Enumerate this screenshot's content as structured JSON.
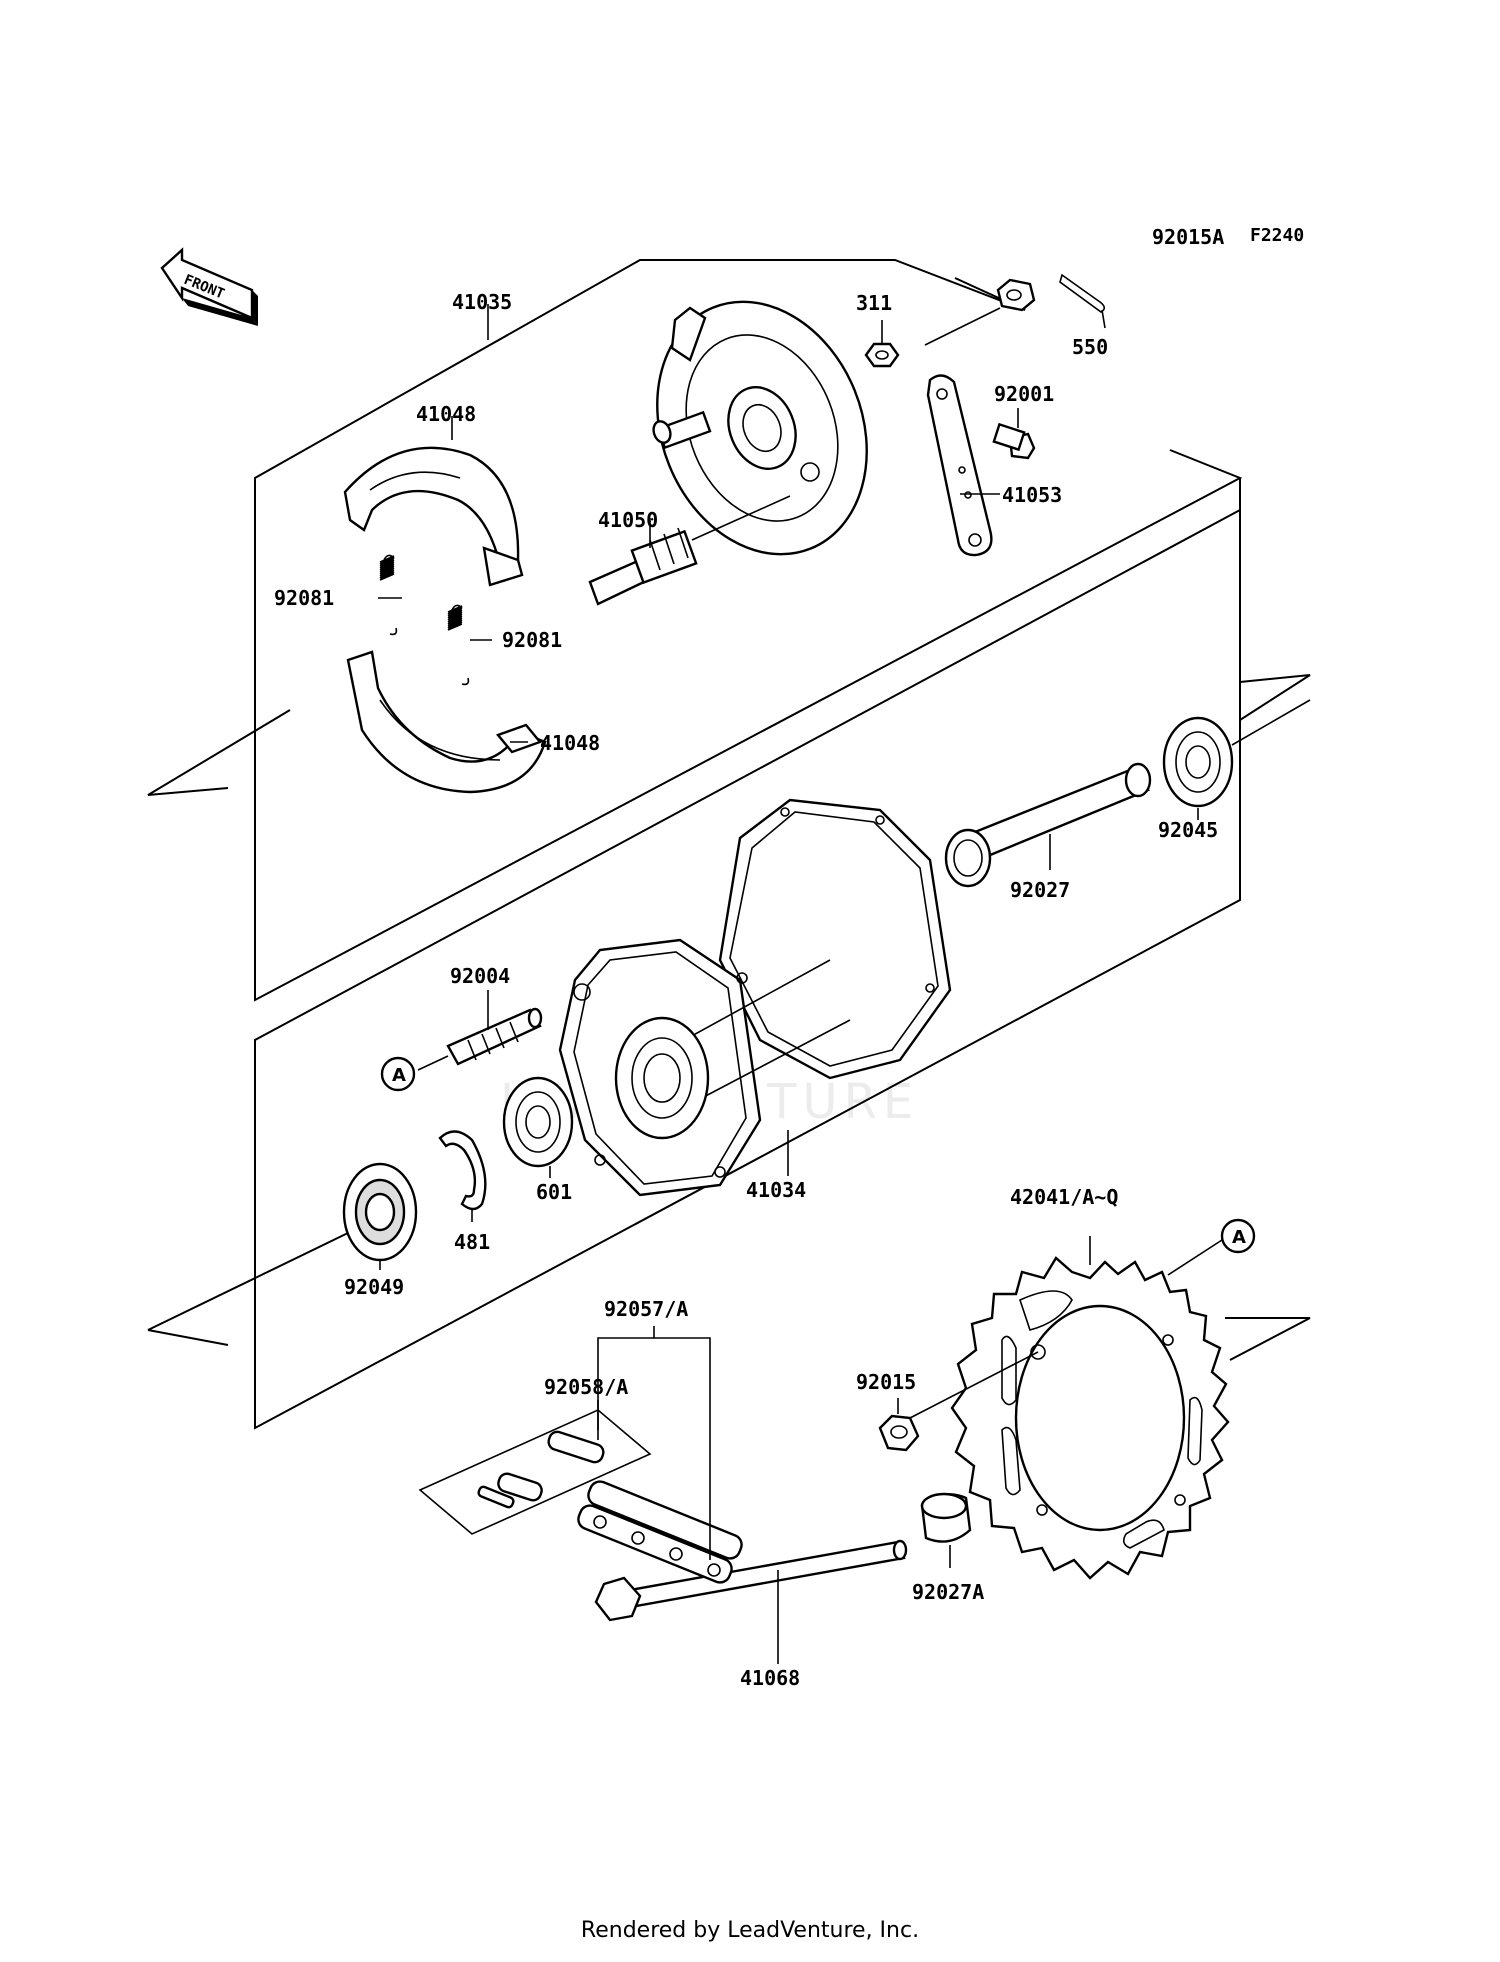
{
  "diagram_code": "F2240",
  "direction_label": "FRONT",
  "watermark": "LEADVENTURE",
  "footer": "Rendered by LeadVenture, Inc.",
  "ref_marker": "A",
  "parts": {
    "p92015A": "92015A",
    "p550": "550",
    "p311": "311",
    "p92001": "92001",
    "p41053": "41053",
    "p41035": "41035",
    "p41048_top": "41048",
    "p41048_bottom": "41048",
    "p41050": "41050",
    "p92081_left": "92081",
    "p92081_right": "92081",
    "p92045": "92045",
    "p92027": "92027",
    "p92004": "92004",
    "p41034": "41034",
    "p601": "601",
    "p481": "481",
    "p92049": "92049",
    "p42041": "42041/A~Q",
    "p92057": "92057/A",
    "p92058": "92058/A",
    "p92015": "92015",
    "p92027A": "92027A",
    "p41068": "41068"
  }
}
